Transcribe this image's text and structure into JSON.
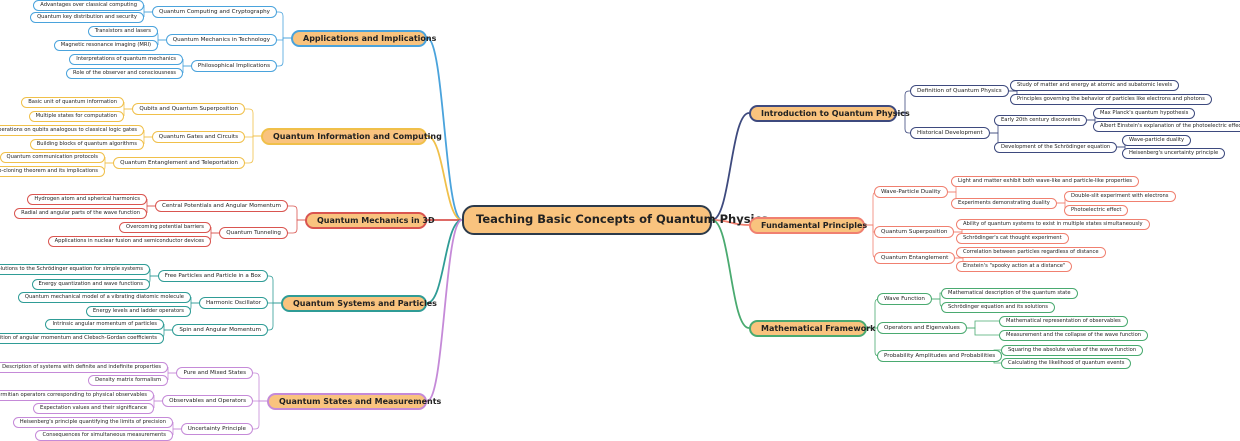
{
  "root": "Teaching Basic Concepts of Quantum Physics",
  "branches": [
    {
      "id": "applications",
      "label": "Applications and Implications",
      "color": "#4aa3dc",
      "side": "left",
      "children": [
        {
          "label": "Quantum Computing and Cryptography",
          "children": [
            "Advantages over classical computing",
            "Quantum key distribution and security"
          ]
        },
        {
          "label": "Quantum Mechanics in Technology",
          "children": [
            "Transistors and lasers",
            "Magnetic resonance imaging (MRI)"
          ]
        },
        {
          "label": "Philosophical Implications",
          "children": [
            "Interpretations of quantum mechanics",
            "Role of the observer and consciousness"
          ]
        }
      ]
    },
    {
      "id": "information",
      "label": "Quantum Information and Computing",
      "color": "#f0c04a",
      "side": "left",
      "children": [
        {
          "label": "Qubits and Quantum Superposition",
          "children": [
            "Basic unit of quantum information",
            "Multiple states for computation"
          ]
        },
        {
          "label": "Quantum Gates and Circuits",
          "children": [
            "Operations on qubits analogous to classical logic gates",
            "Building blocks of quantum algorithms"
          ]
        },
        {
          "label": "Quantum Entanglement and Teleportation",
          "children": [
            "Quantum communication protocols",
            "No-cloning theorem and its implications"
          ]
        }
      ]
    },
    {
      "id": "mechanics3d",
      "label": "Quantum Mechanics in 3D",
      "color": "#d95550",
      "side": "left",
      "children": [
        {
          "label": "Central Potentials and Angular Momentum",
          "children": [
            "Hydrogen atom and spherical harmonics",
            "Radial and angular parts of the wave function"
          ]
        },
        {
          "label": "Quantum Tunneling",
          "children": [
            "Overcoming potential barriers",
            "Applications in nuclear fusion and semiconductor devices"
          ]
        }
      ]
    },
    {
      "id": "systems",
      "label": "Quantum Systems and Particles",
      "color": "#2f9c96",
      "side": "left",
      "children": [
        {
          "label": "Free Particles and Particle in a Box",
          "children": [
            "Solutions to the Schrödinger equation for simple systems",
            "Energy quantization and wave functions"
          ]
        },
        {
          "label": "Harmonic Oscillator",
          "children": [
            "Quantum mechanical model of a vibrating diatomic molecule",
            "Energy levels and ladder operators"
          ]
        },
        {
          "label": "Spin and Angular Momentum",
          "children": [
            "Intrinsic angular momentum of particles",
            "Addition of angular momentum and Clebsch-Gordan coefficients"
          ]
        }
      ]
    },
    {
      "id": "states",
      "label": "Quantum States and Measurements",
      "color": "#c58ad8",
      "side": "left",
      "children": [
        {
          "label": "Pure and Mixed States",
          "children": [
            "Description of systems with definite and indefinite properties",
            "Density matrix formalism"
          ]
        },
        {
          "label": "Observables and Operators",
          "children": [
            "Hermitian operators corresponding to physical observables",
            "Expectation values and their significance"
          ]
        },
        {
          "label": "Uncertainty Principle",
          "children": [
            "Heisenberg's principle quantifying the limits of precision",
            "Consequences for simultaneous measurements"
          ]
        }
      ]
    },
    {
      "id": "intro",
      "label": "Introduction to Quantum Physics",
      "color": "#3e4a7e",
      "side": "right",
      "children": [
        {
          "label": "Definition of Quantum Physics",
          "children": [
            {
              "label": "Study of matter and energy at atomic and subatomic levels"
            },
            {
              "label": "Principles governing the behavior of particles like electrons and photons"
            }
          ]
        },
        {
          "label": "Historical Development",
          "children": [
            {
              "label": "Early 20th century discoveries",
              "children": [
                "Max Planck's quantum hypothesis",
                "Albert Einstein's explanation of the photoelectric effect"
              ]
            },
            {
              "label": "Development of the Schrödinger equation",
              "children": [
                "Wave-particle duality",
                "Heisenberg's uncertainty principle"
              ]
            }
          ]
        }
      ]
    },
    {
      "id": "fundamental",
      "label": "Fundamental Principles",
      "color": "#f08070",
      "side": "right",
      "children": [
        {
          "label": "Wave-Particle Duality",
          "children": [
            {
              "label": "Light and matter exhibit both wave-like and particle-like properties"
            },
            {
              "label": "Experiments demonstrating duality",
              "children": [
                "Double-slit experiment with electrons",
                "Photoelectric effect"
              ]
            }
          ]
        },
        {
          "label": "Quantum Superposition",
          "children": [
            {
              "label": "Ability of quantum systems to exist in multiple states simultaneously"
            },
            {
              "label": "Schrödinger's cat thought experiment"
            }
          ]
        },
        {
          "label": "Quantum Entanglement",
          "children": [
            {
              "label": "Correlation between particles regardless of distance"
            },
            {
              "label": "Einstein's \"spooky action at a distance\""
            }
          ]
        }
      ]
    },
    {
      "id": "mathematical",
      "label": "Mathematical Framework",
      "color": "#4aaa70",
      "side": "right",
      "children": [
        {
          "label": "Wave Function",
          "children": [
            {
              "label": "Mathematical description of the quantum state"
            },
            {
              "label": "Schrödinger equation and its solutions"
            }
          ]
        },
        {
          "label": "Operators and Eigenvalues",
          "children": [
            {
              "label": "Mathematical representation of observables"
            },
            {
              "label": "Measurement and the collapse of the wave function"
            }
          ]
        },
        {
          "label": "Probability Amplitudes and Probabilities",
          "children": [
            {
              "label": "Squaring the absolute value of the wave function"
            },
            {
              "label": "Calculating the likelihood of quantum events"
            }
          ]
        }
      ]
    }
  ]
}
